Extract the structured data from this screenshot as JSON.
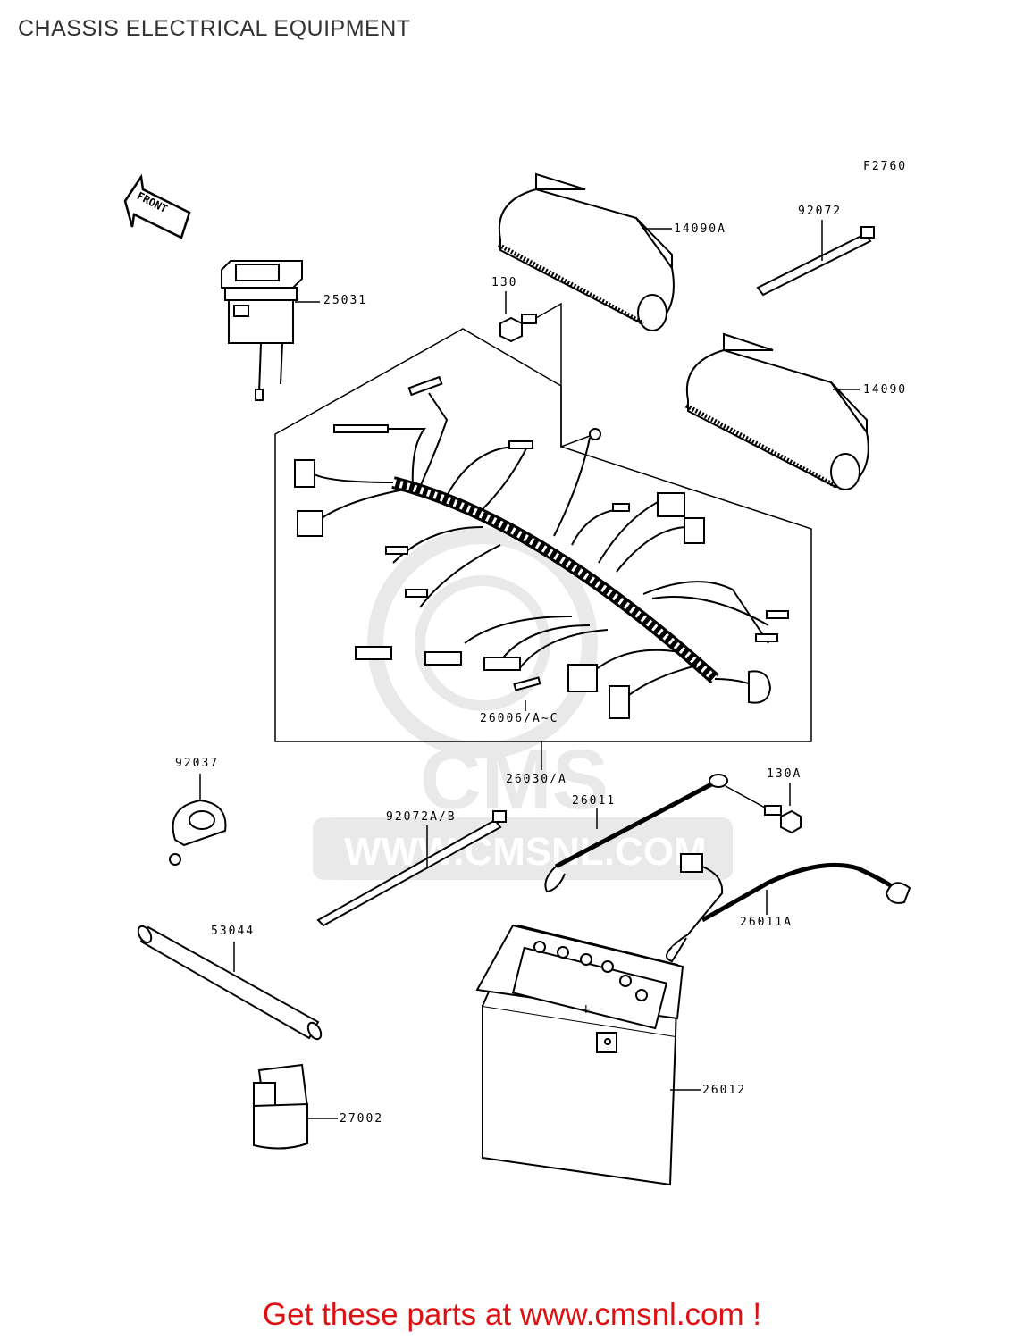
{
  "title": "CHASSIS ELECTRICAL EQUIPMENT",
  "figure_code": "F2760",
  "front_label": "FRONT",
  "watermark": {
    "brand": "CMS",
    "url": "WWW.CMSNL.COM"
  },
  "parts": {
    "p14090A": "14090A",
    "p92072": "92072",
    "p130": "130",
    "p25031": "25031",
    "p14090": "14090",
    "p26006": "26006/A~C",
    "p26030": "26030/A",
    "p92037": "92037",
    "p130A": "130A",
    "p26011": "26011",
    "p92072AB": "92072A/B",
    "p26011A": "26011A",
    "p53044": "53044",
    "p26012": "26012",
    "p27002": "27002"
  },
  "footer": "Get these parts at www.cmsnl.com !"
}
